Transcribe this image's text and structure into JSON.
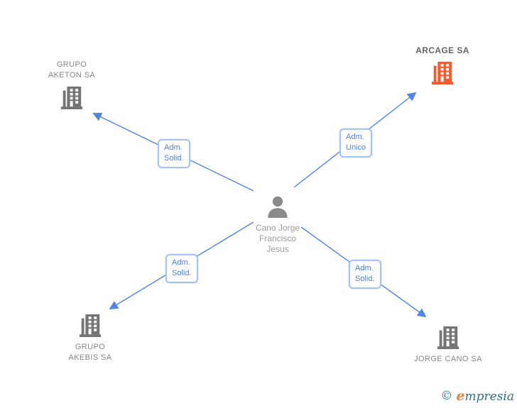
{
  "person": {
    "name_line1": "Cano Jorge",
    "name_line2": "Francisco",
    "name_line3": "Jesus"
  },
  "companies": {
    "aketon": {
      "line1": "GRUPO",
      "line2": "AKETON SA",
      "highlighted": false
    },
    "arcage": {
      "line1": "ARCAGE SA",
      "highlighted": true
    },
    "akebis": {
      "line1": "GRUPO",
      "line2": "AKEBIS SA",
      "highlighted": false
    },
    "jorge_cano": {
      "line1": "JORGE CANO SA",
      "highlighted": false
    }
  },
  "edge_labels": {
    "to_aketon": {
      "line1": "Adm.",
      "line2": "Solid."
    },
    "to_arcage": {
      "line1": "Adm.",
      "line2": "Unico"
    },
    "to_akebis": {
      "line1": "Adm.",
      "line2": "Solid."
    },
    "to_jorge_cano": {
      "line1": "Adm.",
      "line2": "Solid."
    }
  },
  "watermark": {
    "copyright": "©",
    "brand_initial": "e",
    "brand_rest": "mpresia"
  },
  "colors": {
    "edge_blue": "#4e86e0",
    "edge_label_border": "#a5c2f4",
    "edge_label_text": "#4a7fd9",
    "icon_gray": "#757575",
    "icon_highlight_orange": "#f75b2d",
    "company_text": "#858585",
    "company_text_bold": "#666666",
    "person_text": "#9a9a9a",
    "watermark_teal": "#2e7d95",
    "watermark_orange": "#ef7d2f"
  }
}
